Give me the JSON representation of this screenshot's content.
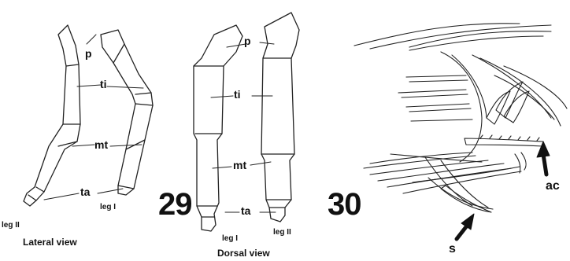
{
  "figure29": {
    "number": "29",
    "lateral": {
      "labels": {
        "p": "p",
        "ti": "ti",
        "mt": "mt",
        "ta": "ta"
      },
      "leg_left": "leg II",
      "leg_right": "leg I",
      "caption": "Lateral view"
    },
    "dorsal": {
      "labels": {
        "p": "p",
        "ti": "ti",
        "mt": "mt",
        "ta": "ta"
      },
      "leg_left": "leg I",
      "leg_right": "leg II",
      "caption": "Dorsal view"
    }
  },
  "figure30": {
    "number": "30",
    "arrow_ac": "ac",
    "arrow_s": "s"
  },
  "colors": {
    "ink": "#111111",
    "background": "#ffffff"
  }
}
